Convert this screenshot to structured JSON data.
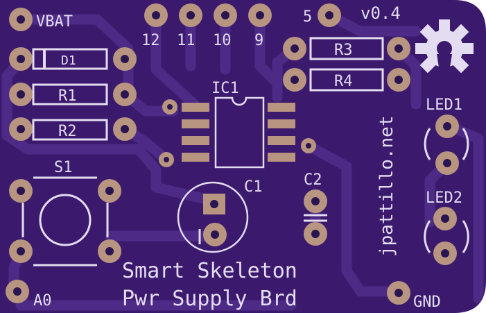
{
  "board": {
    "title_line1": "Smart Skeleton",
    "title_line2": "Pwr Supply Brd",
    "version": "v0.4",
    "website": "jpattillo.net",
    "colors": {
      "soldermask": "#3b1a6e",
      "trace": "#4c2a86",
      "pad": "#b89580",
      "silkscreen": "#e4dcf0",
      "hole": "#2a1550"
    }
  },
  "pins": {
    "vbat": "VBAT",
    "a0": "A0",
    "gnd": "GND",
    "p12": "12",
    "p11": "11",
    "p10": "10",
    "p9": "9",
    "p5": "5"
  },
  "components": {
    "d1": "D1",
    "r1": "R1",
    "r2": "R2",
    "r3": "R3",
    "r4": "R4",
    "ic1": "IC1",
    "s1": "S1",
    "c1": "C1",
    "c2": "C2",
    "led1": "LED1",
    "led2": "LED2"
  },
  "icons": {
    "logo": "open-hardware-gear-icon"
  }
}
